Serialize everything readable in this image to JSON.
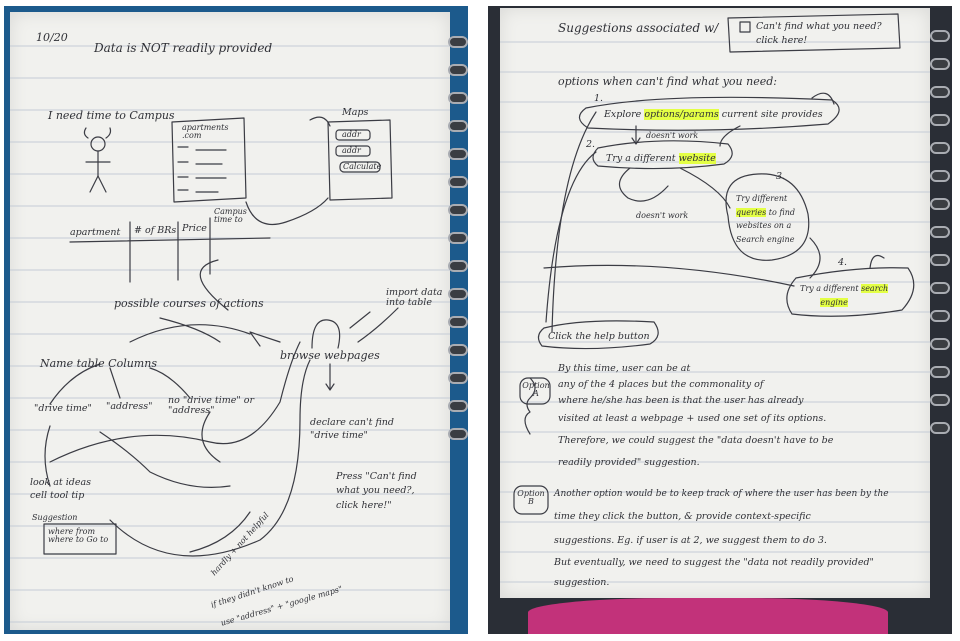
{
  "left": {
    "date": "10/20",
    "title": "Data is NOT readily provided",
    "need": "I need time to Campus",
    "apartments": "apartments .com",
    "maps": "Maps",
    "addr1": "addr",
    "addr2": "addr",
    "calculate": "Calculate",
    "col_apt": "apartment",
    "col_brs": "# of BRs",
    "col_price": "Price",
    "col_time": "Campus time to",
    "possible": "possible courses of actions",
    "browse": "browse webpages",
    "import": "import data into table",
    "name_cols": "Name table Columns",
    "drive_time": "\"drive time\"",
    "address": "\"address\"",
    "no_drive": "no \"drive time\" or \"address\"",
    "declare": "declare can't find \"drive time\"",
    "press": "Press \"Can't find what you need?, click here!\"",
    "look": "look at ideas cell tool tip",
    "suggestion": "Suggestion",
    "where_from": "where from where to Go to",
    "hardly": "hardly + not helpful",
    "if_they": "if they didn't know to",
    "use": "use \"address\" + \"google maps\""
  },
  "right": {
    "title": "Suggestions associated w/",
    "cant_find": "Can't find what you need? click here!",
    "options": "options when can't find what you need:",
    "n1": "1.",
    "opt1_a": "Explore",
    "opt1_hl": "options/params",
    "opt1_b": "current site provides",
    "doesnt_work1": "doesn't work",
    "n2": "2.",
    "opt2_a": "Try a different",
    "opt2_hl": "website",
    "n3": "3.",
    "doesnt_work2": "doesn't work",
    "opt3_a": "Try different",
    "opt3_hl": "queries",
    "opt3_b": "to find",
    "opt3_c": "websites on a",
    "opt3_d": "Search engine",
    "n4": "4.",
    "opt4_a": "Try a different",
    "opt4_hl1": "search",
    "opt4_hl2": "engine",
    "help": "Click the help button",
    "option_a": "Option A",
    "a1": "By this time, user can be at",
    "a2": "any of the 4 places but the commonality of",
    "a3": "where he/she has been is that the user has already",
    "a4": "visited at least a webpage + used one set of its options.",
    "a5": "Therefore, we could suggest the \"data doesn't have to be",
    "a6": "readily provided\" suggestion.",
    "option_b": "Option B",
    "b1": "Another option would be to keep track of where the user has been by the",
    "b2": "time they click the button, & provide context-specific",
    "b3": "suggestions. Eg. if user is at 2, we suggest them to do 3.",
    "b4": "But eventually, we need to suggest the \"data not readily provided\"",
    "b5": "suggestion."
  }
}
